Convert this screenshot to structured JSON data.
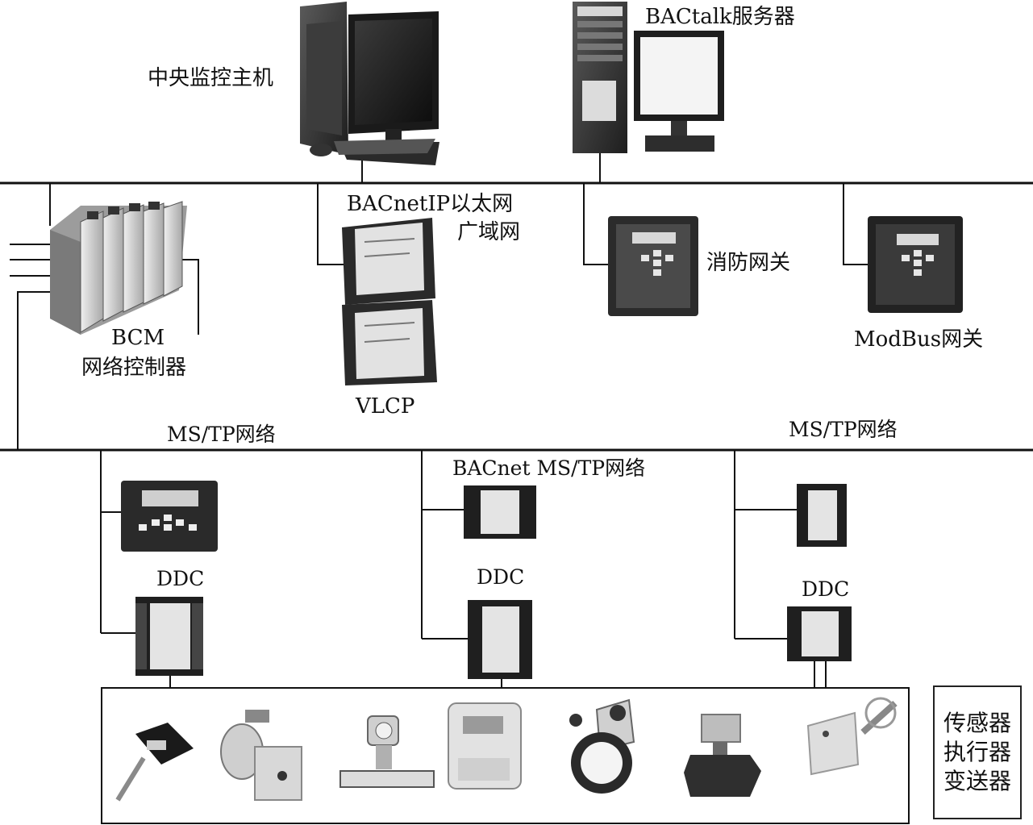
{
  "labels": {
    "central_host": "中央监控主机",
    "bactalk_server": "BACtalk服务器",
    "bacnet_ip_line1": "BACnetIP以太网",
    "bacnet_ip_line2": "广域网",
    "fire_gateway": "消防网关",
    "modbus_gateway": "ModBus网关",
    "bcm_line1": "BCM",
    "bcm_line2": "网络控制器",
    "vlcp": "VLCP",
    "mstp_left": "MS/TP网络",
    "mstp_right": "MS/TP网络",
    "bacnet_mstp": "BACnet MS/TP网络",
    "ddc_left": "DDC",
    "ddc_middle": "DDC",
    "ddc_right": "DDC",
    "field_devices": [
      "传感器",
      "执行器",
      "变送器"
    ]
  },
  "colors": {
    "line": "#111111",
    "device_dark": "#2b2b2b",
    "device_mid": "#6e6e6e",
    "device_light": "#c9c9c9"
  }
}
